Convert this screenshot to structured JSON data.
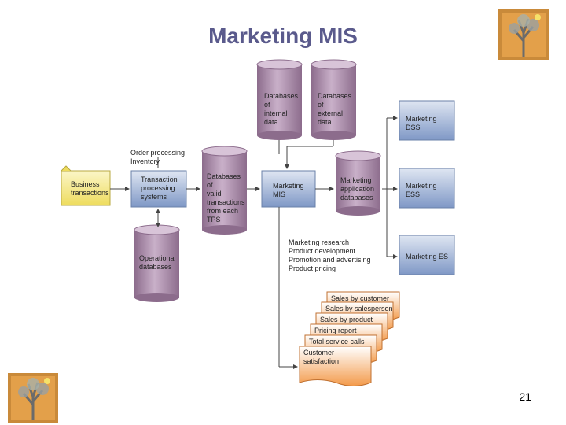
{
  "title": "Marketing MIS",
  "page_number": "21",
  "logo_icon": "tree-collage-icon",
  "top_label": "Order processing\nInventory",
  "business": "Business\ntransactions",
  "tps": "Transaction\nprocessing\nsystems",
  "operational_db": "Operational\ndatabases",
  "valid_db": "Databases\nof\nvalid\ntransactions\nfrom each\nTPS",
  "internal_db": "Databases\nof\ninternal\ndata",
  "external_db": "Databases\nof\nexternal\ndata",
  "mis": "Marketing\nMIS",
  "app_db": "Marketing\napplication\ndatabases",
  "dss": "Marketing\nDSS",
  "ess": "Marketing\nESS",
  "es": "Marketing ES",
  "applications": "Marketing research\nProduct development\nPromotion and advertising\nProduct pricing",
  "reports": [
    "Sales by customer",
    "Sales by salesperson",
    "Sales by product",
    "Pricing report",
    "Total service calls",
    "Customer\nsatisfaction"
  ],
  "colors": {
    "title": "#5a5a8c",
    "cylinder_purple": "#a88aa8",
    "box_blue": "#8fa6cf",
    "yellow_box": "#f3e88a",
    "report_orange": "#f5a35a"
  }
}
